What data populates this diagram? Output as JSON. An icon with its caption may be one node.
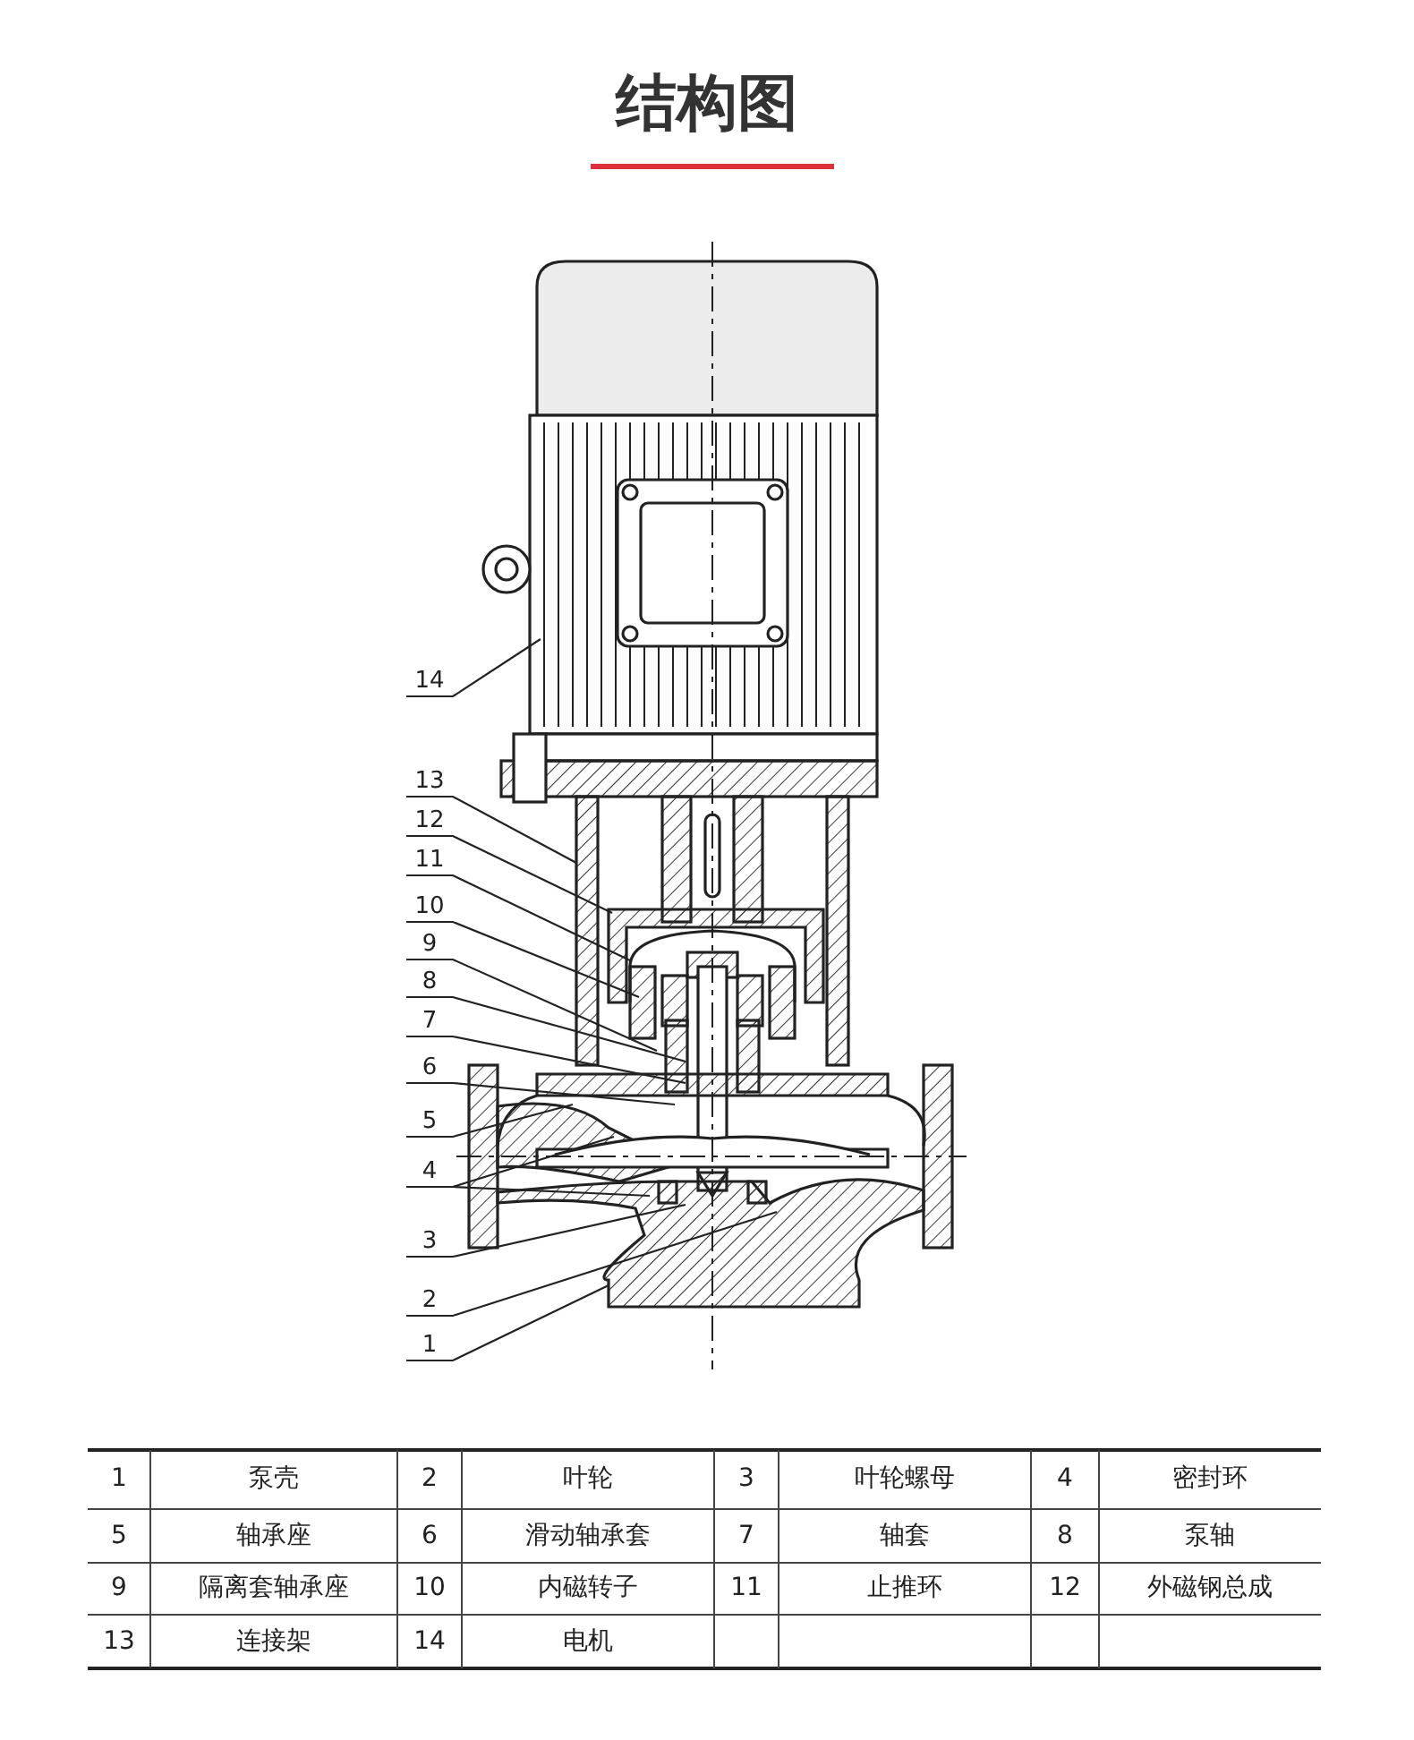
{
  "diagram": {
    "title": "结构图",
    "nodes": [
      {
        "text": [
          "14"
        ]
      },
      {
        "text": [
          "13"
        ]
      },
      {
        "text": [
          "12"
        ]
      },
      {
        "text": [
          "11"
        ]
      },
      {
        "text": [
          "10"
        ]
      },
      {
        "text": [
          "9"
        ]
      },
      {
        "text": [
          "8"
        ]
      },
      {
        "text": [
          "7"
        ]
      },
      {
        "text": [
          "6"
        ]
      },
      {
        "text": [
          "5"
        ]
      },
      {
        "text": [
          "4"
        ]
      },
      {
        "text": [
          "3"
        ]
      },
      {
        "text": [
          "2"
        ]
      },
      {
        "text": [
          "1"
        ]
      }
    ],
    "edges": [
      {
        "from": 0,
        "to": null,
        "arrow": "none"
      },
      {
        "from": 1,
        "to": null,
        "arrow": "none"
      },
      {
        "from": 2,
        "to": null,
        "arrow": "none"
      },
      {
        "from": 3,
        "to": null,
        "arrow": "none"
      },
      {
        "from": 4,
        "to": null,
        "arrow": "none"
      },
      {
        "from": 5,
        "to": null,
        "arrow": "none"
      },
      {
        "from": 6,
        "to": null,
        "arrow": "none"
      },
      {
        "from": 7,
        "to": null,
        "arrow": "none"
      },
      {
        "from": 8,
        "to": null,
        "arrow": "none"
      },
      {
        "from": 9,
        "to": null,
        "arrow": "none"
      },
      {
        "from": 10,
        "to": null,
        "arrow": "none"
      },
      {
        "from": 10,
        "to": null,
        "arrow": "none"
      },
      {
        "from": 11,
        "to": null,
        "arrow": "none"
      },
      {
        "from": 12,
        "to": null,
        "arrow": "none"
      },
      {
        "from": 13,
        "to": null,
        "arrow": "none"
      }
    ],
    "labels": [
      "1",
      "泵壳",
      "2",
      "叶轮",
      "3",
      "叶轮螺母",
      "4",
      "密封环",
      "5",
      "轴承座",
      "6",
      "滑动轴承套",
      "7",
      "轴套",
      "8",
      "泵轴",
      "9",
      "隔离套轴承座",
      "10",
      "内磁转子",
      "11",
      "止推环",
      "12",
      "外磁钢总成",
      "13",
      "连接架",
      "14",
      "电机"
    ]
  }
}
